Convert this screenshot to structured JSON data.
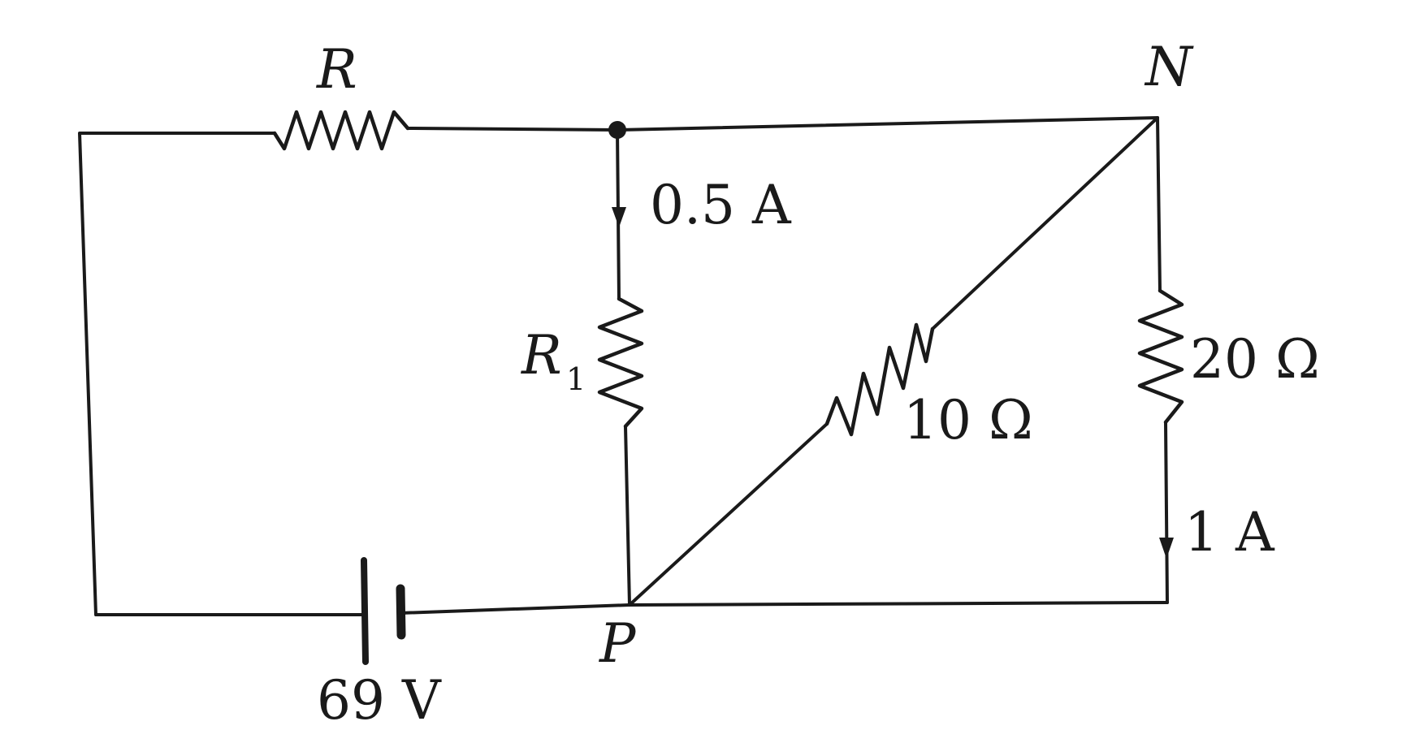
{
  "diagram": {
    "labels": {
      "resistor_r": "R",
      "resistor_r1": "R",
      "resistor_r1_subscript": "1",
      "node_n": "N",
      "node_p": "P",
      "current_branch_r1": "0.5 A",
      "current_branch_20": "1 A",
      "resistor_10": "10 Ω",
      "resistor_20": "20 Ω",
      "battery": "69 V"
    }
  }
}
